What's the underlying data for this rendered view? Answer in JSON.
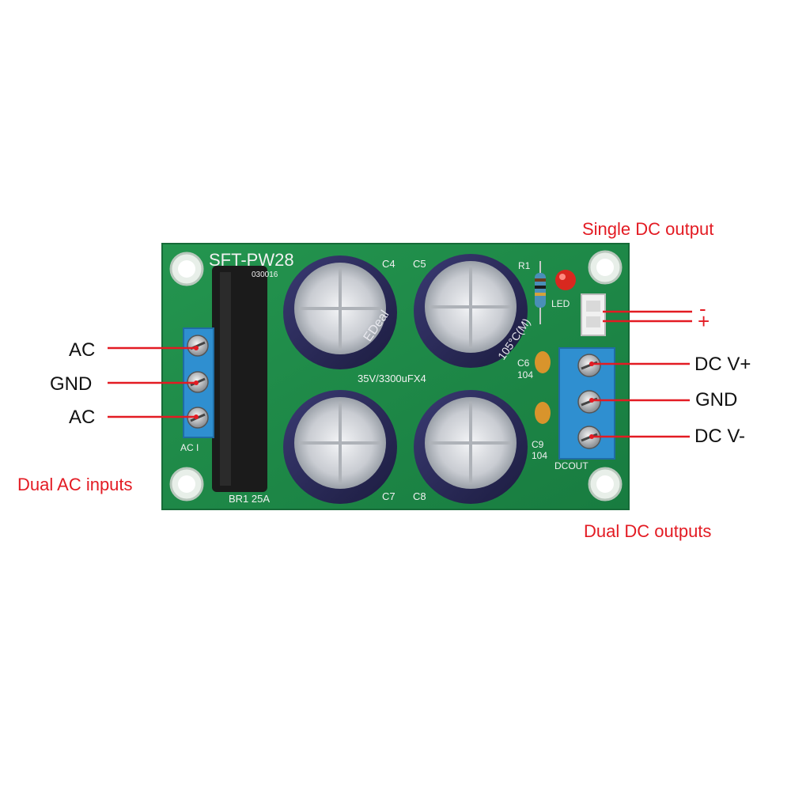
{
  "annotations": {
    "single_dc_output": "Single DC output",
    "minus_sign": "-",
    "plus_sign": "+",
    "ac_top": "AC",
    "gnd_left": "GND",
    "ac_bottom": "AC",
    "dual_ac_inputs": "Dual AC inputs",
    "dc_v_plus": "DC V+",
    "gnd_right": "GND",
    "dc_v_minus": "DC V-",
    "dual_dc_outputs": "Dual DC outputs"
  },
  "board": {
    "model": "SFT-PW28",
    "serial": "030016",
    "cap_c4": "C4",
    "cap_c5": "C5",
    "cap_c7": "C7",
    "cap_c8": "C8",
    "cap_spec": "35V/3300uFX4",
    "c6": "C6",
    "c6_value": "104",
    "c9": "C9",
    "c9_value": "104",
    "r1": "R1",
    "led": "LED",
    "dcout": "DCOUT",
    "acin": "AC  I",
    "bridge": "BR1 25A",
    "cap_brand": "EDeal",
    "cap_temp": "105°C(M)"
  },
  "colors": {
    "pcb": "#1e8a4a",
    "terminal": "#2f8fd0",
    "capacitor": "#2a2a5a",
    "callout": "#e31b23"
  }
}
